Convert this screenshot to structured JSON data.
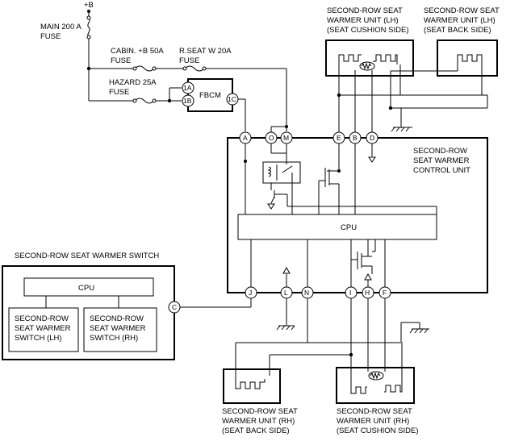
{
  "power": {
    "battery": "+B",
    "main_fuse": [
      "MAIN 200 A",
      "FUSE"
    ],
    "cabin_fuse": [
      "CABIN. +B 50A",
      "FUSE"
    ],
    "rseat_fuse": [
      "R.SEAT W 20A",
      "FUSE"
    ],
    "hazard_fuse": [
      "HAZARD 25A",
      "FUSE"
    ]
  },
  "fbcm": {
    "label": "FBCM",
    "pin_1a": "1A",
    "pin_1b": "1B",
    "pin_1c": "1C"
  },
  "warmer_lh_cushion": [
    "SECOND-ROW SEAT",
    "WARMER UNIT (LH)",
    "(SEAT CUSHION SIDE)"
  ],
  "warmer_lh_back": [
    "SECOND-ROW SEAT",
    "WARMER UNIT (LH)",
    "(SEAT BACK SIDE)"
  ],
  "warmer_rh_back": [
    "SECOND-ROW SEAT",
    "WARMER UNIT (RH)",
    "(SEAT BACK SIDE)"
  ],
  "warmer_rh_cushion": [
    "SECOND-ROW SEAT",
    "WARMER UNIT (RH)",
    "(SEAT CUSHION SIDE)"
  ],
  "control_unit": {
    "label": [
      "SECOND-ROW",
      "SEAT WARMER",
      "CONTROL UNIT"
    ],
    "cpu": "CPU",
    "top_pins": [
      "A",
      "O",
      "M",
      "E",
      "B",
      "D"
    ],
    "bottom_pins": [
      "J",
      "L",
      "N",
      "I",
      "H",
      "F"
    ]
  },
  "switch": {
    "title": "SECOND-ROW SEAT WARMER SWITCH",
    "cpu": "CPU",
    "lh": [
      "SECOND-ROW",
      "SEAT WARMER",
      "SWITCH (LH)"
    ],
    "rh": [
      "SECOND-ROW",
      "SEAT WARMER",
      "SWITCH (RH)"
    ],
    "pin": "C"
  }
}
